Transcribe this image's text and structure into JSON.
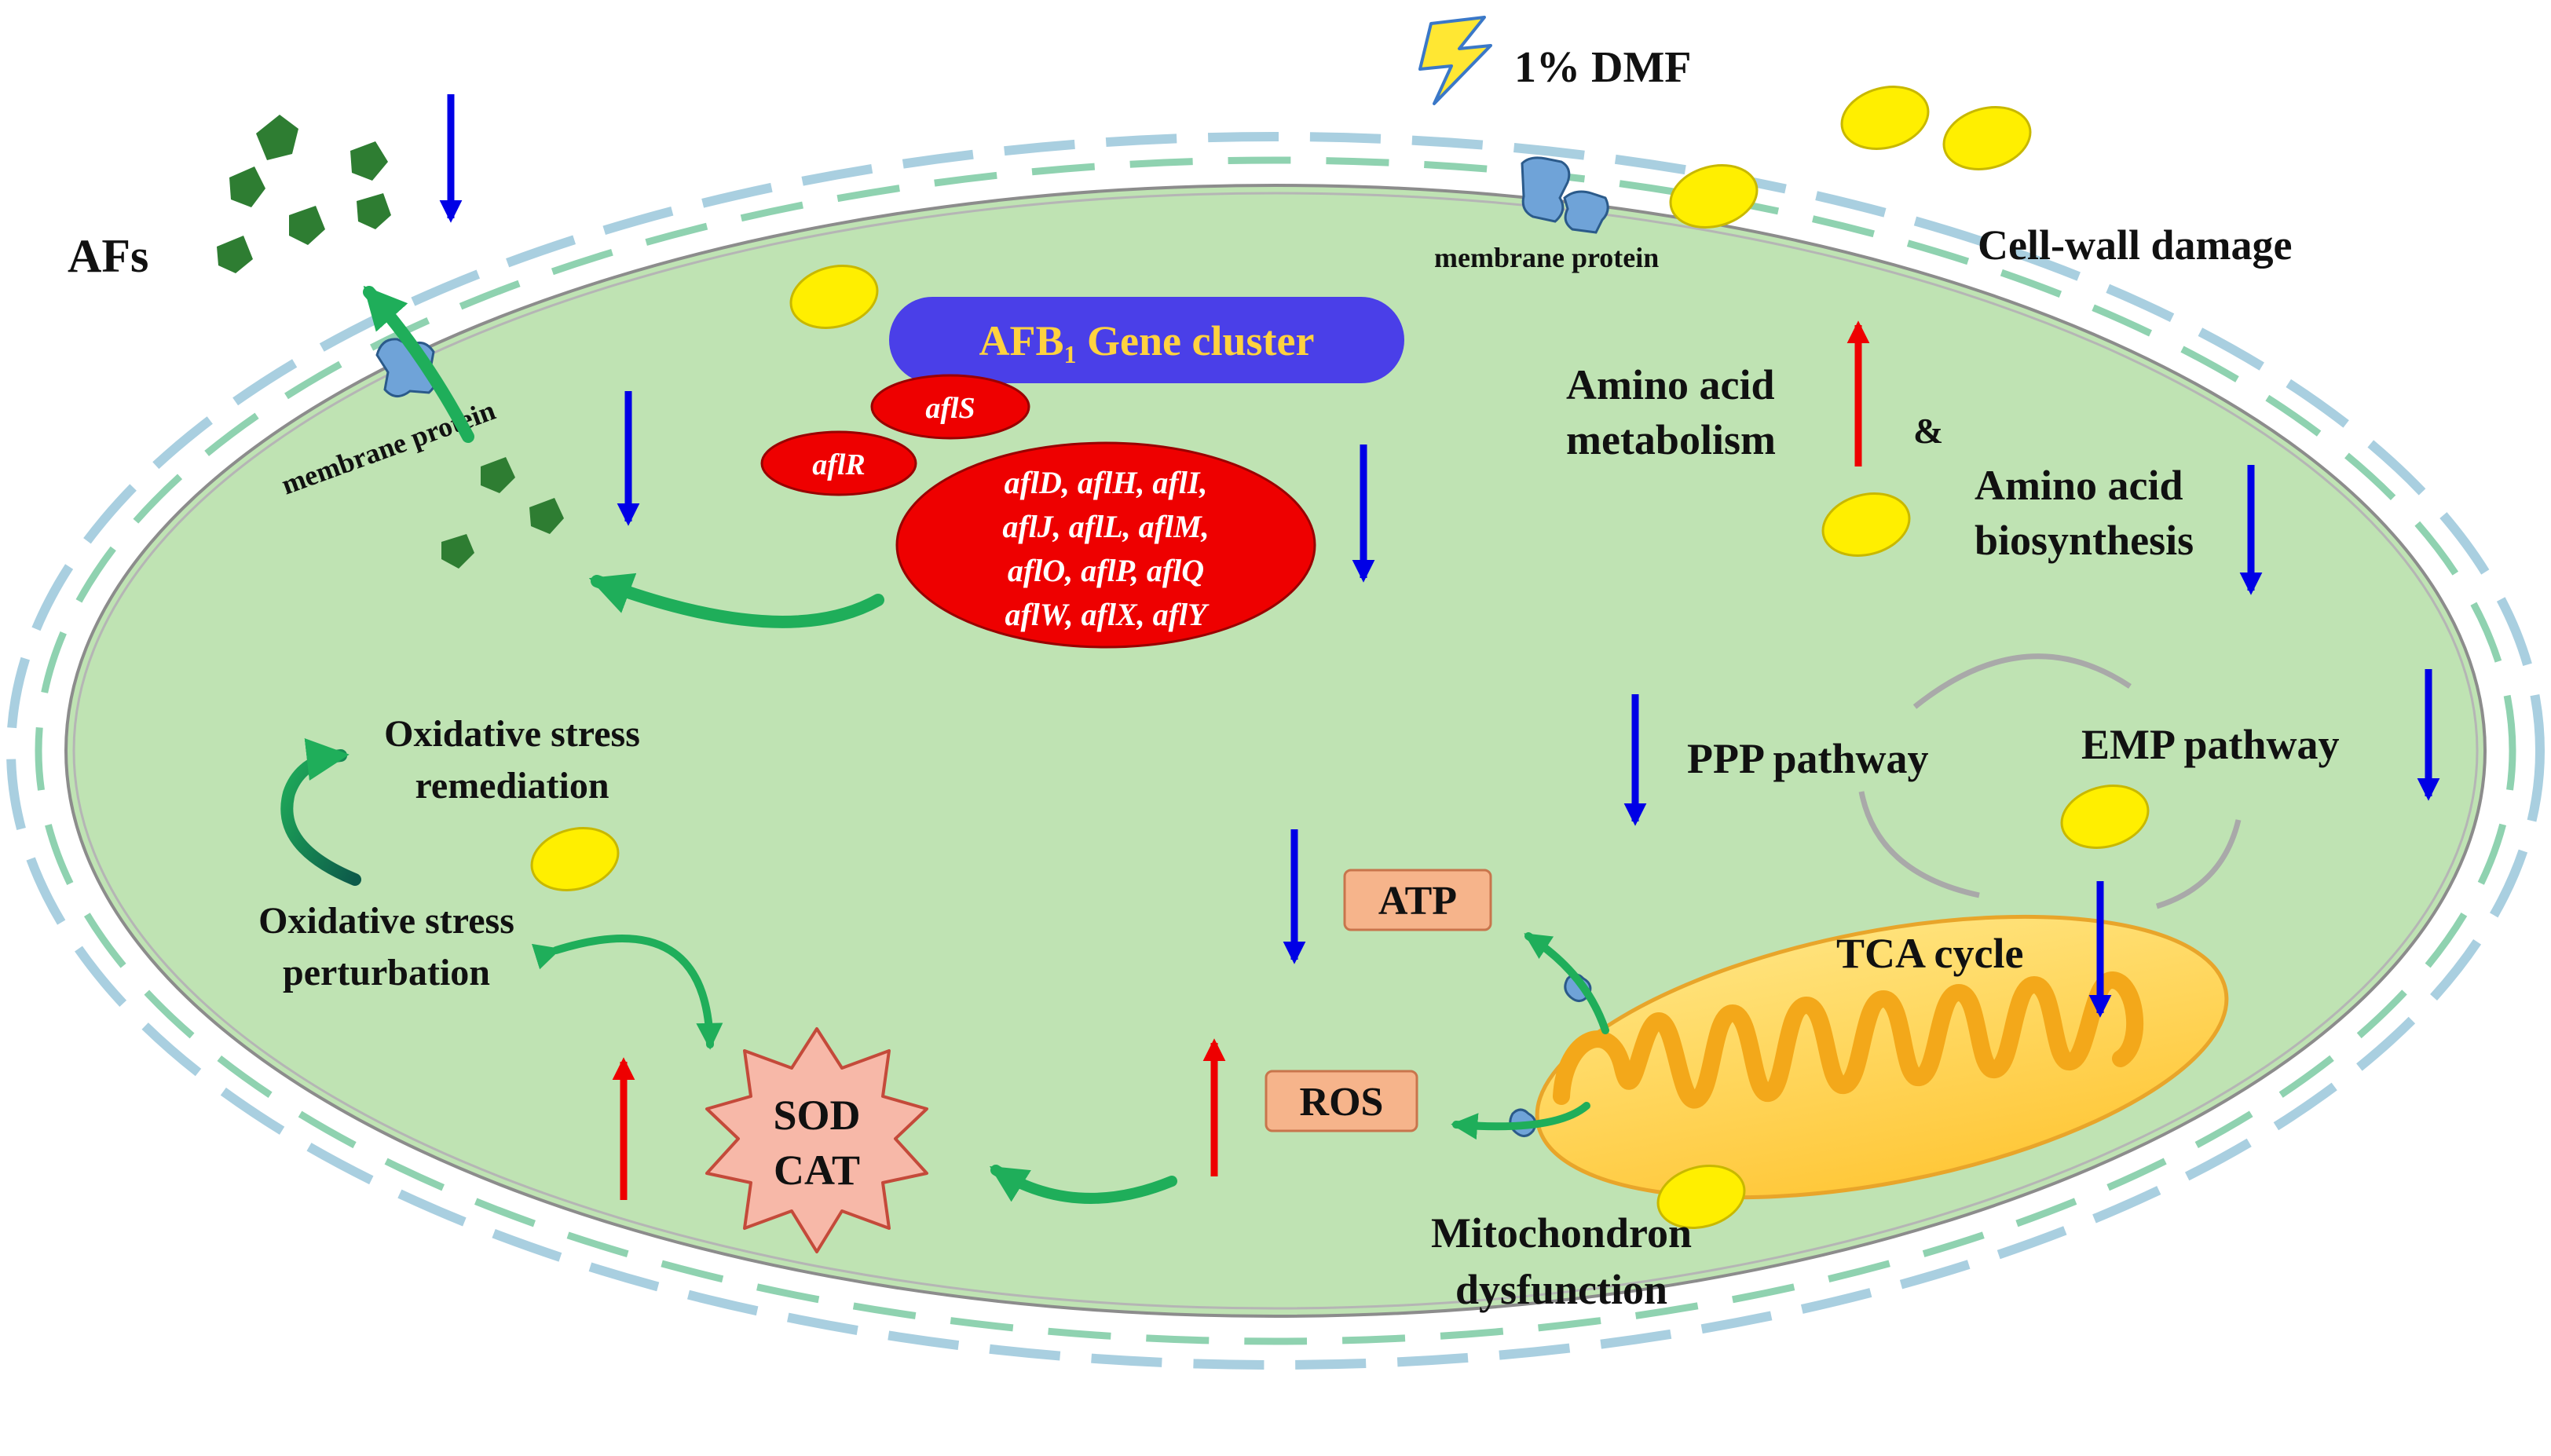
{
  "colors": {
    "cell_fill": "#bfe3b3",
    "outer_dash": "#a9cfe0",
    "inner_dash": "#8fd2b0",
    "membrane_line": "#8c8c8c",
    "down_arrow": "#0000e6",
    "up_arrow": "#ee0000",
    "process_arrow": "#1fae5a",
    "toxin": "#2e7d32",
    "gene_cluster": "#4a3fe8",
    "gene_blob": "#ee0000",
    "droplet": "#ffef00",
    "mito_fill": "#ffd24a",
    "box_fill": "#f6b48b",
    "star_fill": "#f7b8a8",
    "membrane_protein": "#6fa3d8"
  },
  "labels": {
    "dmf": "1% DMF",
    "cell_wall_damage": "Cell-wall damage",
    "afs": "AFs",
    "membrane_protein_top": "membrane protein",
    "membrane_protein_left": "membrane protein",
    "gene_cluster_prefix": "AFB",
    "gene_cluster_sub": "1",
    "gene_cluster_suffix": " Gene cluster",
    "afls": "aflS",
    "aflr": "aflR",
    "genes_line1": "aflD, aflH, aflI,",
    "genes_line2": "aflJ, aflL, aflM,",
    "genes_line3": "aflO, aflP, aflQ",
    "genes_line4": "aflW, aflX, aflY",
    "aa_metab_line1": "Amino acid",
    "aa_metab_line2": "metabolism",
    "ampersand": "&",
    "aa_bio_line1": "Amino acid",
    "aa_bio_line2": "biosynthesis",
    "ppp": "PPP pathway",
    "emp": "EMP pathway",
    "tca": "TCA cycle",
    "atp": "ATP",
    "ros": "ROS",
    "sod": "SOD",
    "cat": "CAT",
    "ox_rem_line1": "Oxidative stress",
    "ox_rem_line2": "remediation",
    "ox_pert_line1": "Oxidative stress",
    "ox_pert_line2": "perturbation",
    "mito_line1": "Mitochondron",
    "mito_line2": "dysfunction"
  },
  "icons": {
    "lightning": "lightning-bolt-icon",
    "droplet": "yellow-droplet-icon",
    "toxin": "aflatoxin-particle-icon",
    "membrane_protein": "membrane-protein-icon"
  }
}
